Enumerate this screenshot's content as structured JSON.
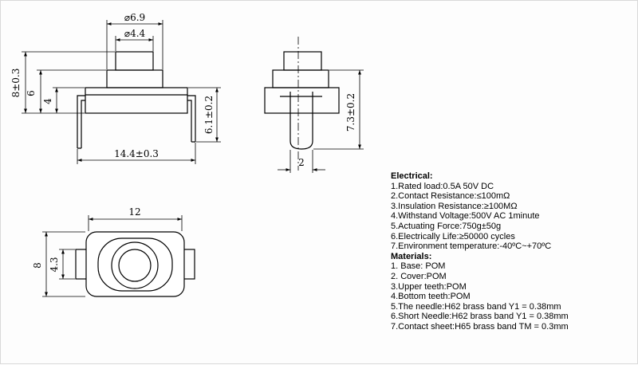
{
  "dimensions": {
    "top_outer_dia": "⌀6.9",
    "top_inner_dia": "⌀4.4",
    "height_total": "8±0.3",
    "height_body": "6",
    "height_mid": "4",
    "width_total": "14.4±0.3",
    "pin_length": "6.1±0.2",
    "side_height": "7.3±0.2",
    "side_pin_width": "2",
    "bottom_width": "12",
    "bottom_height": "8",
    "bottom_inner": "4.3"
  },
  "specs": {
    "electrical_heading": "Electrical:",
    "electrical": [
      "1.Rated load:0.5A 50V DC",
      "2.Contact Resistance:≤100mΩ",
      "3.Insulation Resistance:≥100MΩ",
      "4.Withstand Voltage:500V AC 1minute",
      "5.Actuating Force:750g±50g",
      "6.Electrically Life:≥50000 cycles",
      "7.Environment temperature:-40ºC~+70ºC"
    ],
    "materials_heading": "Materials:",
    "materials": [
      "1. Base: POM",
      "2. Cover:POM",
      "3.Upper teeth:POM",
      "4.Bottom teeth:POM",
      "5.The needle:H62 brass band Y1 = 0.38mm",
      "6.Short Needle:H62 brass band Y1 = 0.38mm",
      "7.Contact sheet:H65 brass band TM = 0.3mm"
    ]
  }
}
